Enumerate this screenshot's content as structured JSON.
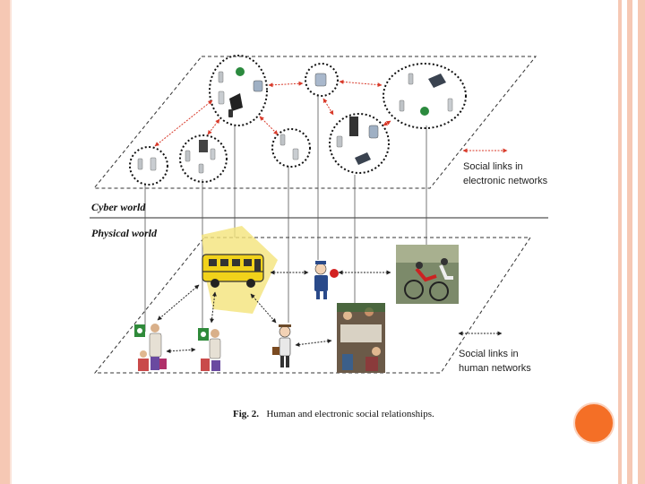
{
  "diagram": {
    "cyber_label": "Cyber world",
    "physical_label": "Physical world",
    "legend_electronic_line1": "Social links in",
    "legend_electronic_line2": "electronic networks",
    "legend_human_line1": "Social links in",
    "legend_human_line2": "human networks",
    "caption_prefix": "Fig. 2.",
    "caption_text": "Human and electronic social relationships."
  },
  "colors": {
    "frame": "#f6c8b4",
    "accent_dot": "#f46f26",
    "electronic_link": "#d83a2a",
    "bus": "#f1d21a",
    "bus_highlight": "#f4e37a"
  },
  "icons": [
    "mobile-phone-icon",
    "laptop-icon",
    "desktop-computer-icon",
    "pda-icon",
    "bus-icon",
    "cyclists-photo",
    "meeting-photo",
    "police-officer-icon",
    "traveler-icon",
    "family-group-icon"
  ]
}
